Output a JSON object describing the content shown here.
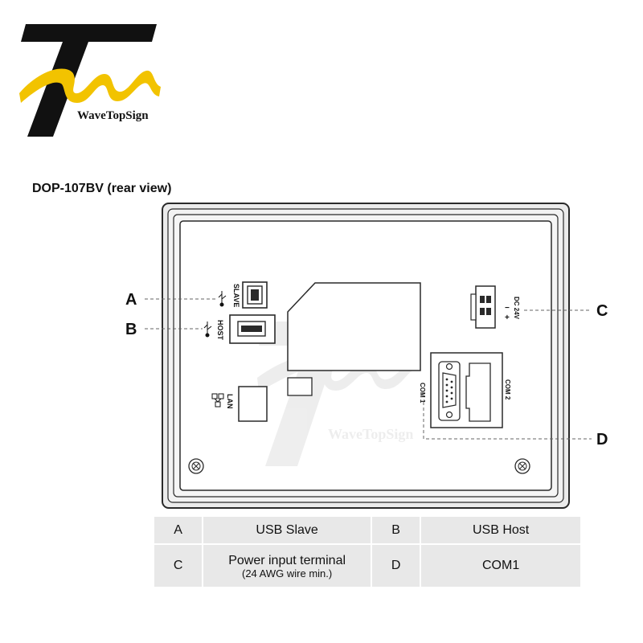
{
  "brand": {
    "name": "WaveTopSign",
    "watermark": "WaveTopSign"
  },
  "diagram": {
    "title": "DOP-107BV (rear view)",
    "port_labels": {
      "slave": "SLAVE",
      "host": "HOST",
      "lan": "LAN",
      "com1": "COM 1",
      "com2": "COM 2",
      "dc": "DC 24V",
      "plus": "+",
      "minus": "−"
    },
    "callouts": [
      "A",
      "B",
      "C",
      "D"
    ]
  },
  "legend": {
    "rows": [
      {
        "k1": "A",
        "v1": "USB Slave",
        "k2": "B",
        "v2": "USB Host"
      },
      {
        "k1": "C",
        "v1": "Power input terminal",
        "v1_note": "(24 AWG wire min.)",
        "k2": "D",
        "v2": "COM1"
      }
    ]
  },
  "colors": {
    "logo_black": "#111111",
    "logo_yellow": "#f2c300",
    "outline": "#2a2a2a",
    "panel_fill": "#e6e6e6",
    "cell_bg": "#e8e8e8"
  }
}
